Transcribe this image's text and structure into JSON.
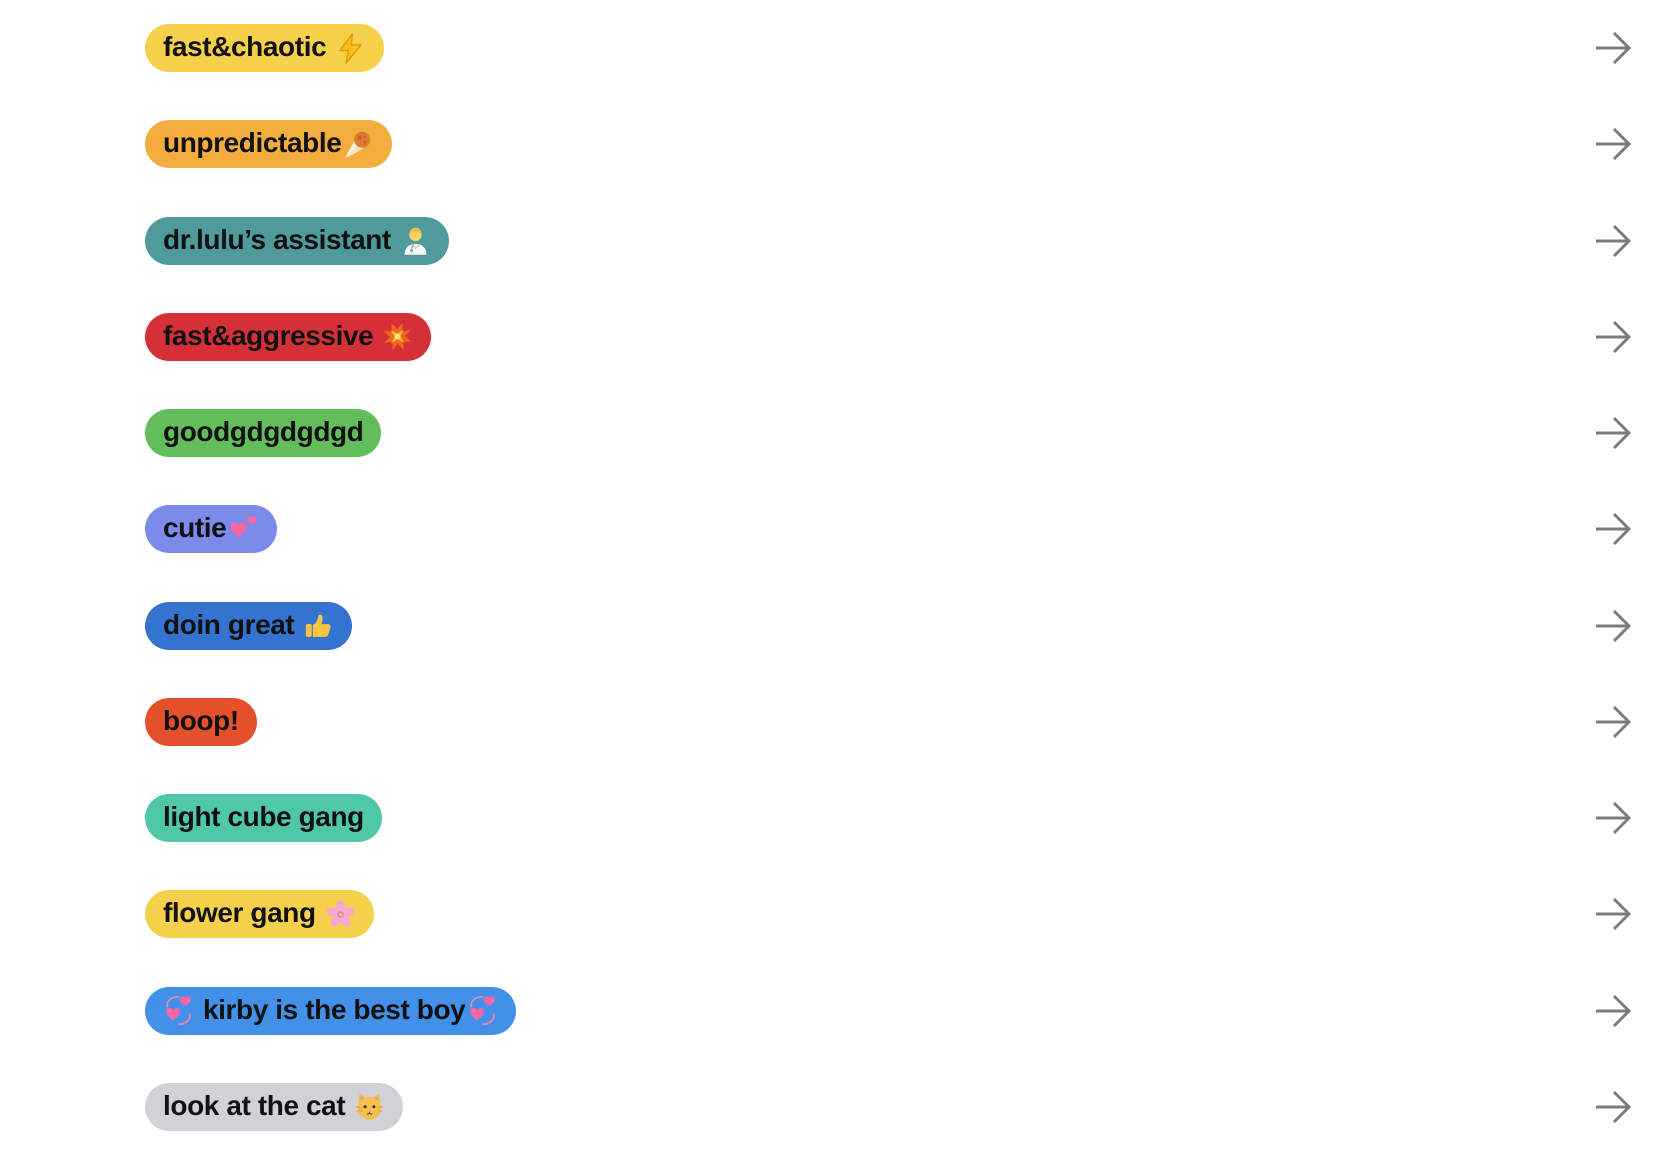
{
  "page": {
    "background_color": "#FFFFFF",
    "text_color": "#111111",
    "arrow_color": "#7C7C7C"
  },
  "list": {
    "items": [
      {
        "label": "fast&chaotic",
        "pill_color": "#F5D14B",
        "emojis": [
          {
            "name": "high-voltage",
            "char": "⚡",
            "position": "suffix",
            "space": true
          }
        ]
      },
      {
        "label": "unpredictable",
        "pill_color": "#F2AD3E",
        "emojis": [
          {
            "name": "comet",
            "char": "☄️",
            "position": "suffix",
            "space": false
          }
        ]
      },
      {
        "label": "dr.lulu’s assistant",
        "pill_color": "#4F9A9B",
        "emojis": [
          {
            "name": "health-worker",
            "char": "🧑‍⚕️",
            "position": "suffix",
            "space": true
          }
        ]
      },
      {
        "label": "fast&aggressive",
        "pill_color": "#D53038",
        "emojis": [
          {
            "name": "collision",
            "char": "💥",
            "position": "suffix",
            "space": true
          }
        ]
      },
      {
        "label": "goodgdgdgdgd",
        "pill_color": "#62BE5B",
        "emojis": []
      },
      {
        "label": "cutie",
        "pill_color": "#7A8BEA",
        "emojis": [
          {
            "name": "two-hearts",
            "char": "💕",
            "position": "suffix",
            "space": false
          }
        ]
      },
      {
        "label": "doin great",
        "pill_color": "#3474D0",
        "emojis": [
          {
            "name": "thumbs-up",
            "char": "👍",
            "position": "suffix",
            "space": true
          }
        ]
      },
      {
        "label": "boop!",
        "pill_color": "#E4502A",
        "emojis": []
      },
      {
        "label": "light cube gang",
        "pill_color": "#4FC7A9",
        "emojis": []
      },
      {
        "label": "flower gang",
        "pill_color": "#F5D14B",
        "emojis": [
          {
            "name": "cherry-blossom",
            "char": "🌸",
            "position": "suffix",
            "space": true
          }
        ]
      },
      {
        "label": "kirby is the best boy",
        "pill_color": "#4290E8",
        "emojis": [
          {
            "name": "revolving-hearts",
            "char": "💞",
            "position": "prefix",
            "space": true
          },
          {
            "name": "revolving-hearts",
            "char": "💞",
            "position": "suffix",
            "space": false
          }
        ]
      },
      {
        "label": "look at the cat",
        "pill_color": "#D1D2D6",
        "emojis": [
          {
            "name": "cat-face",
            "char": "🐱",
            "position": "suffix",
            "space": true
          }
        ]
      }
    ]
  }
}
